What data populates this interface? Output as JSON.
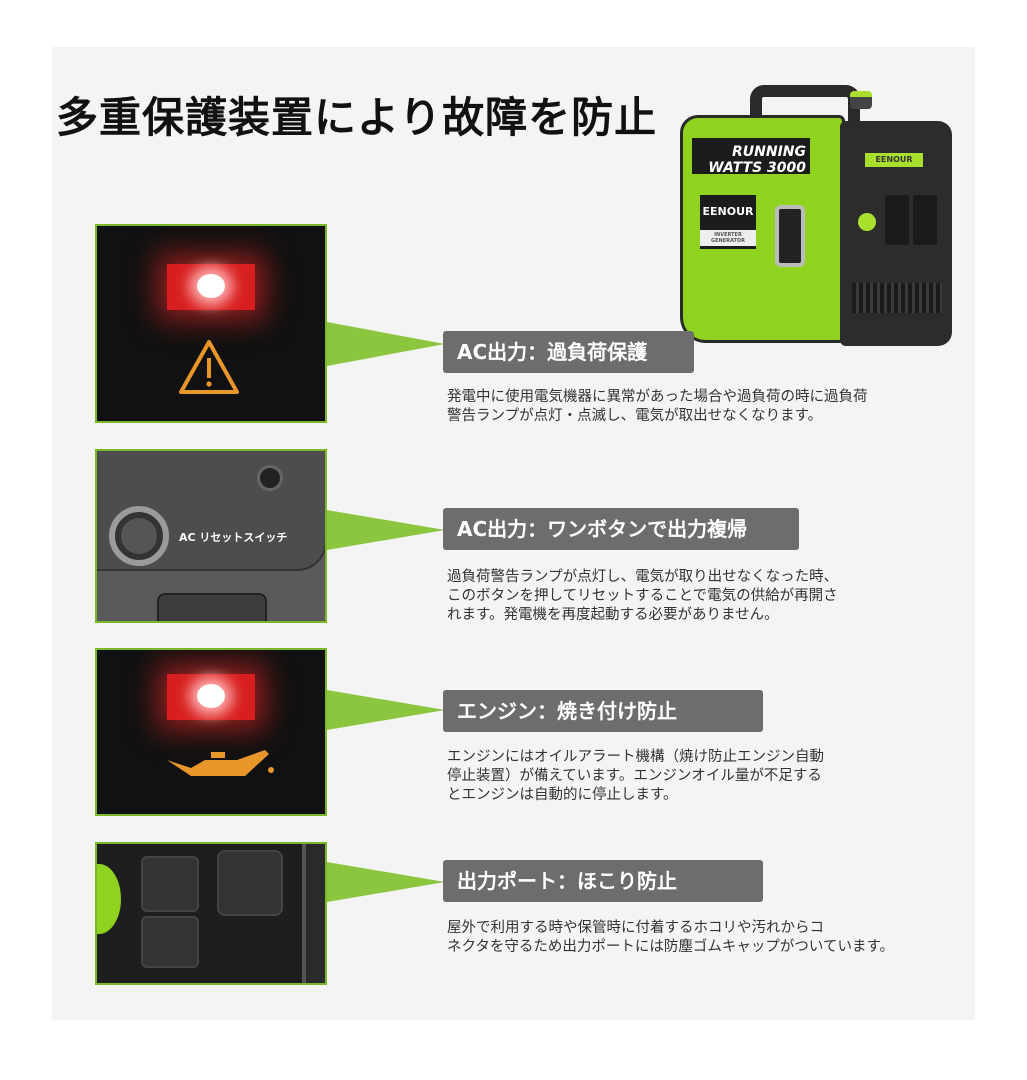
{
  "title": "多重保護装置により故障を防止",
  "product": {
    "brand": "EENOUR",
    "model_text": "RUNNING WATTS 3000",
    "subtitle": "INVERTER GENERATOR",
    "body_color": "#8fd21f"
  },
  "accent_color": "#7ab82a",
  "features": [
    {
      "label": "AC出力：過負荷保護",
      "icon": "warning-triangle-icon",
      "description": "発電中に使用電気機器に異常があった場合や過負荷の時に過負荷\n警告ランプが点灯・点滅し、電気が取出せなくなります。"
    },
    {
      "label": "AC出力：ワンボタンで出力複帰",
      "icon": "reset-button-icon",
      "photo_caption": "AC リセットスイッチ",
      "description": "過負荷警告ランプが点灯し、電気が取り出せなくなった時、\nこのボタンを押してリセットすることで電気の供給が再開さ\nれます。発電機を再度起動する必要がありません。"
    },
    {
      "label": "エンジン：焼き付け防止",
      "icon": "oil-can-icon",
      "description": "エンジンにはオイルアラート機構（焼け防止エンジン自動\n停止装置）が備えています。エンジンオイル量が不足する\nとエンジンは自動的に停止します。"
    },
    {
      "label": "出力ポート：ほこり防止",
      "icon": "outlet-icon",
      "description": "屋外で利用する時や保管時に付着するホコリや汚れからコ\nネクタを守るため出力ポートには防塵ゴムキャップがついています。"
    }
  ]
}
